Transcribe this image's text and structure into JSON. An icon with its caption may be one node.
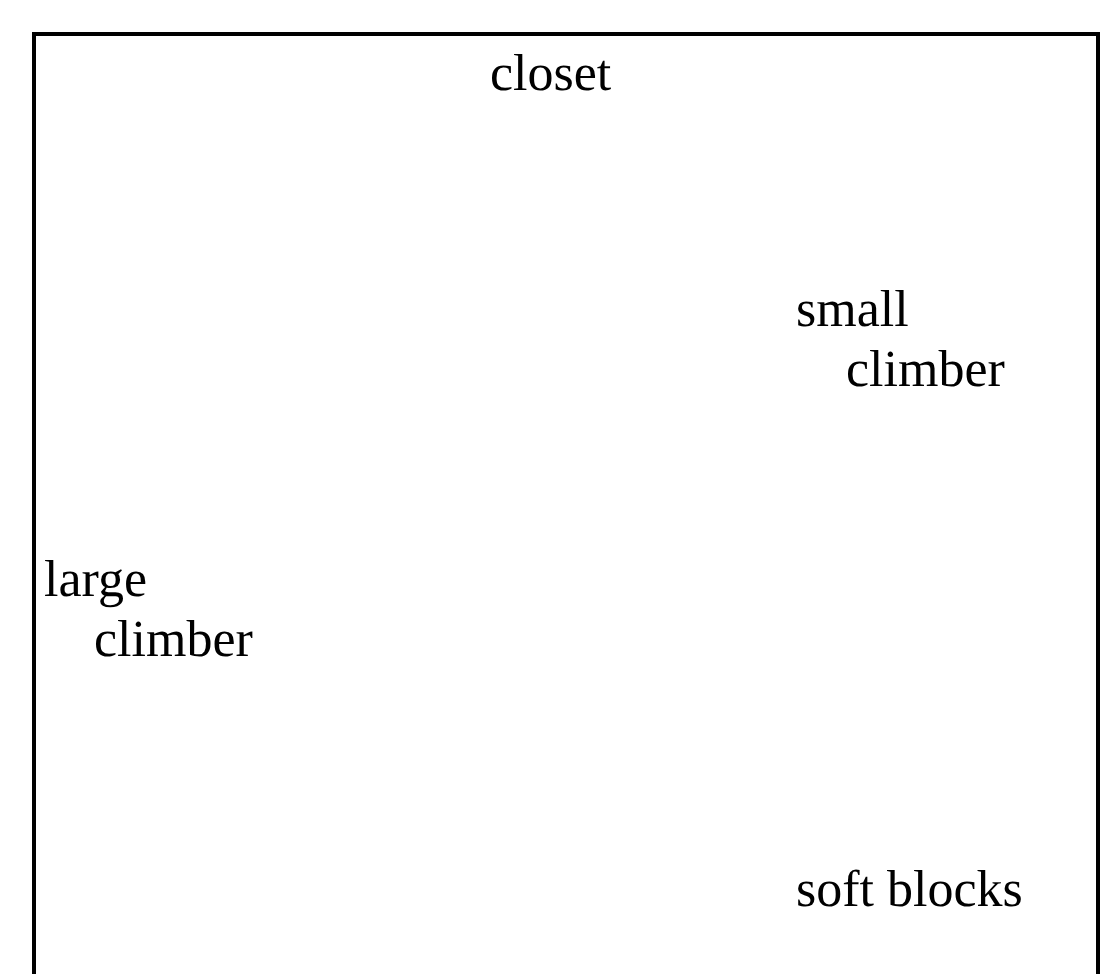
{
  "diagram": {
    "labels": [
      "closet",
      "small climber",
      "large climber",
      "soft blocks"
    ]
  }
}
